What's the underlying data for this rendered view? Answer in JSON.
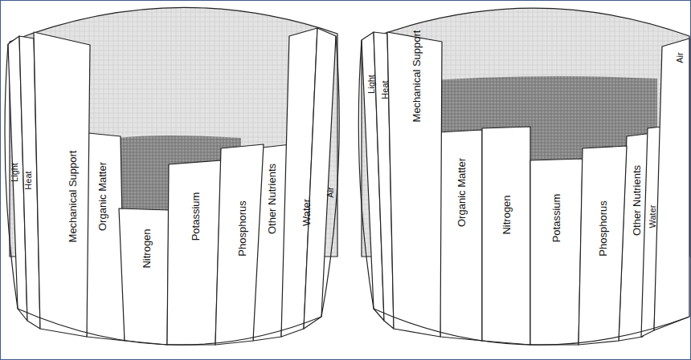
{
  "diagram": {
    "labels": [
      "Light",
      "Heat",
      "Mechanical Support",
      "Organic Matter",
      "Nitrogen",
      "Potassium",
      "Phosphorus",
      "Other Nutrients",
      "Water",
      "Air",
      "Light",
      "Heat",
      "Mechanical Support",
      "Organic Matter",
      "Nitrogen",
      "Potassium",
      "Phosphorus",
      "Other Nutrients",
      "Water",
      "Air"
    ]
  }
}
